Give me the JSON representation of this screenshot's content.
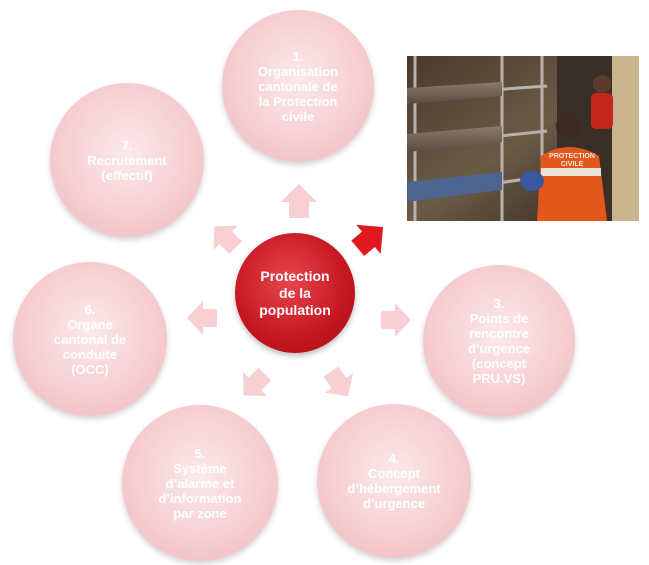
{
  "center": {
    "label": "Protection\nde la\npopulation"
  },
  "nodes": [
    {
      "label": "1.\nOrganisation\ncantonale de\nla Protection\ncivile"
    },
    {
      "label": "3.\nPoints de\nrencontre\nd’urgence\n(concept\nPRU.VS)"
    },
    {
      "label": "4.\nConcept\nd’hébergement\nd’urgence"
    },
    {
      "label": "5.\nSystème\nd’alarme et\nd’information\npar zone"
    },
    {
      "label": "6.\nOrgane\ncantonal de\nconduite\n(OCC)"
    },
    {
      "label": "7.\nRecrutement\n(effectif)"
    }
  ],
  "photo": {
    "vest_text": "PROTECTION\nCIVILE"
  },
  "colors": {
    "accent": "#c5161f",
    "arrow": "#f7d0d3",
    "active_arrow": "#e01820"
  }
}
